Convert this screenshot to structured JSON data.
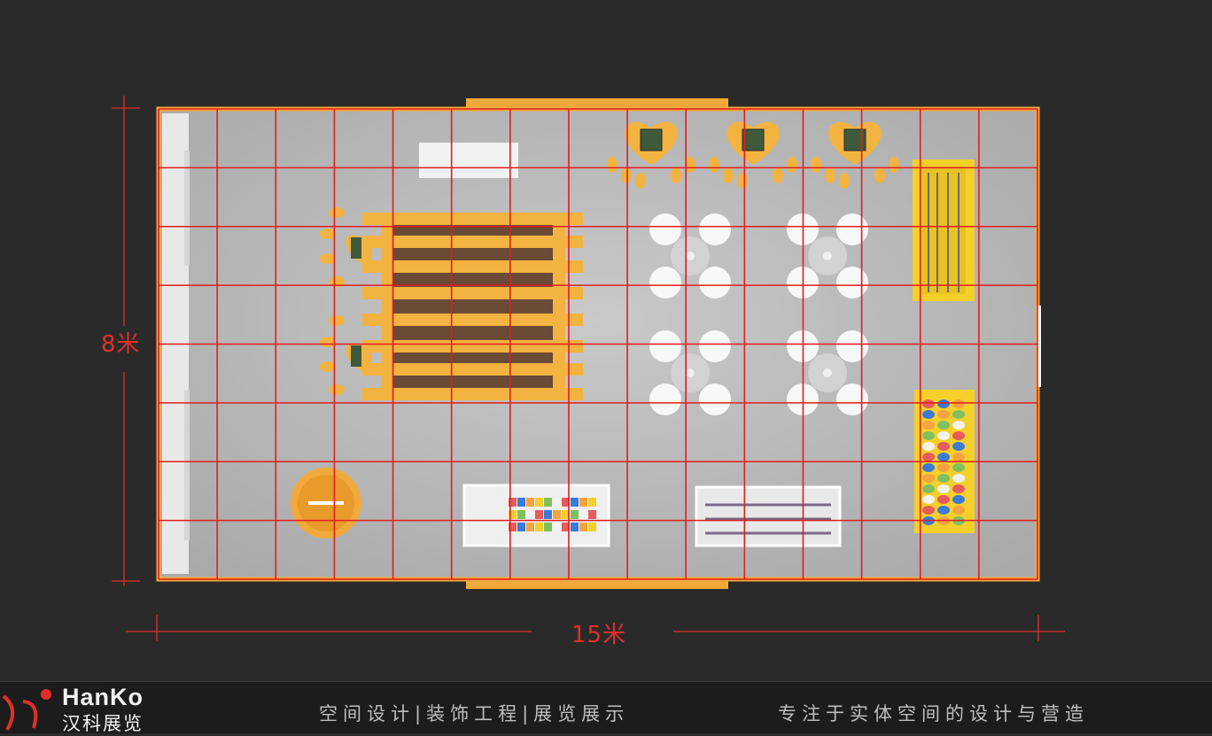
{
  "dimensions": {
    "height_label": "8米",
    "width_label": "15米"
  },
  "grid": {
    "columns": 15,
    "rows": 8,
    "color": "#e01e1e"
  },
  "colors": {
    "background": "#2a2a2a",
    "floor": "#bdbdbd",
    "accent": "#f2a93b",
    "shelf_yellow": "#f5d02a",
    "dimension_red": "#e0302a"
  },
  "footer": {
    "brand_en": "HanKo",
    "brand_cn": "汉科展览",
    "services": "空间设计|装饰工程|展览展示",
    "tagline": "专注于实体空间的设计与营造",
    "logo_icon": "hanko-logo-icon"
  }
}
